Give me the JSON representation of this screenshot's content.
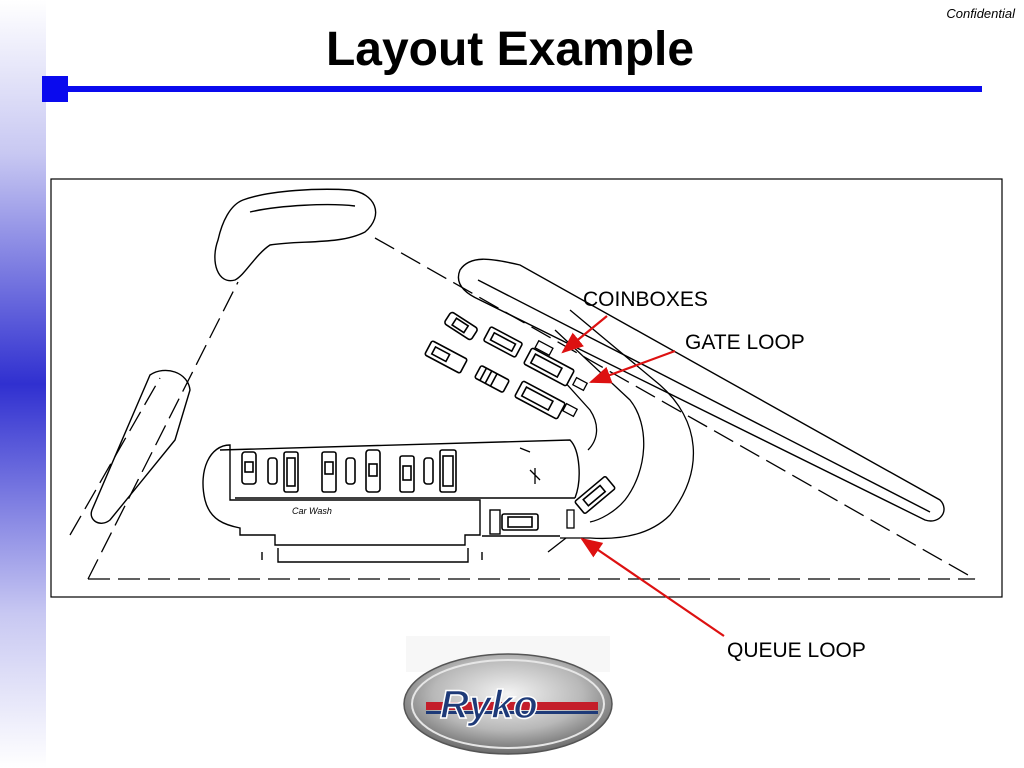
{
  "header": {
    "confidential": "Confidential",
    "title": "Layout Example"
  },
  "diagram": {
    "building_label": "Car Wash",
    "callouts": [
      {
        "id": "coinboxes",
        "label": "COINBOXES"
      },
      {
        "id": "gate-loop",
        "label": "GATE LOOP"
      },
      {
        "id": "queue-loop",
        "label": "QUEUE LOOP"
      }
    ]
  },
  "logo": {
    "text": "Ryko"
  },
  "colors": {
    "accent_blue": "#0a0aee",
    "callout_arrow": "#dd1111",
    "logo_red": "#c41e2a",
    "logo_navy": "#1e3a78"
  }
}
